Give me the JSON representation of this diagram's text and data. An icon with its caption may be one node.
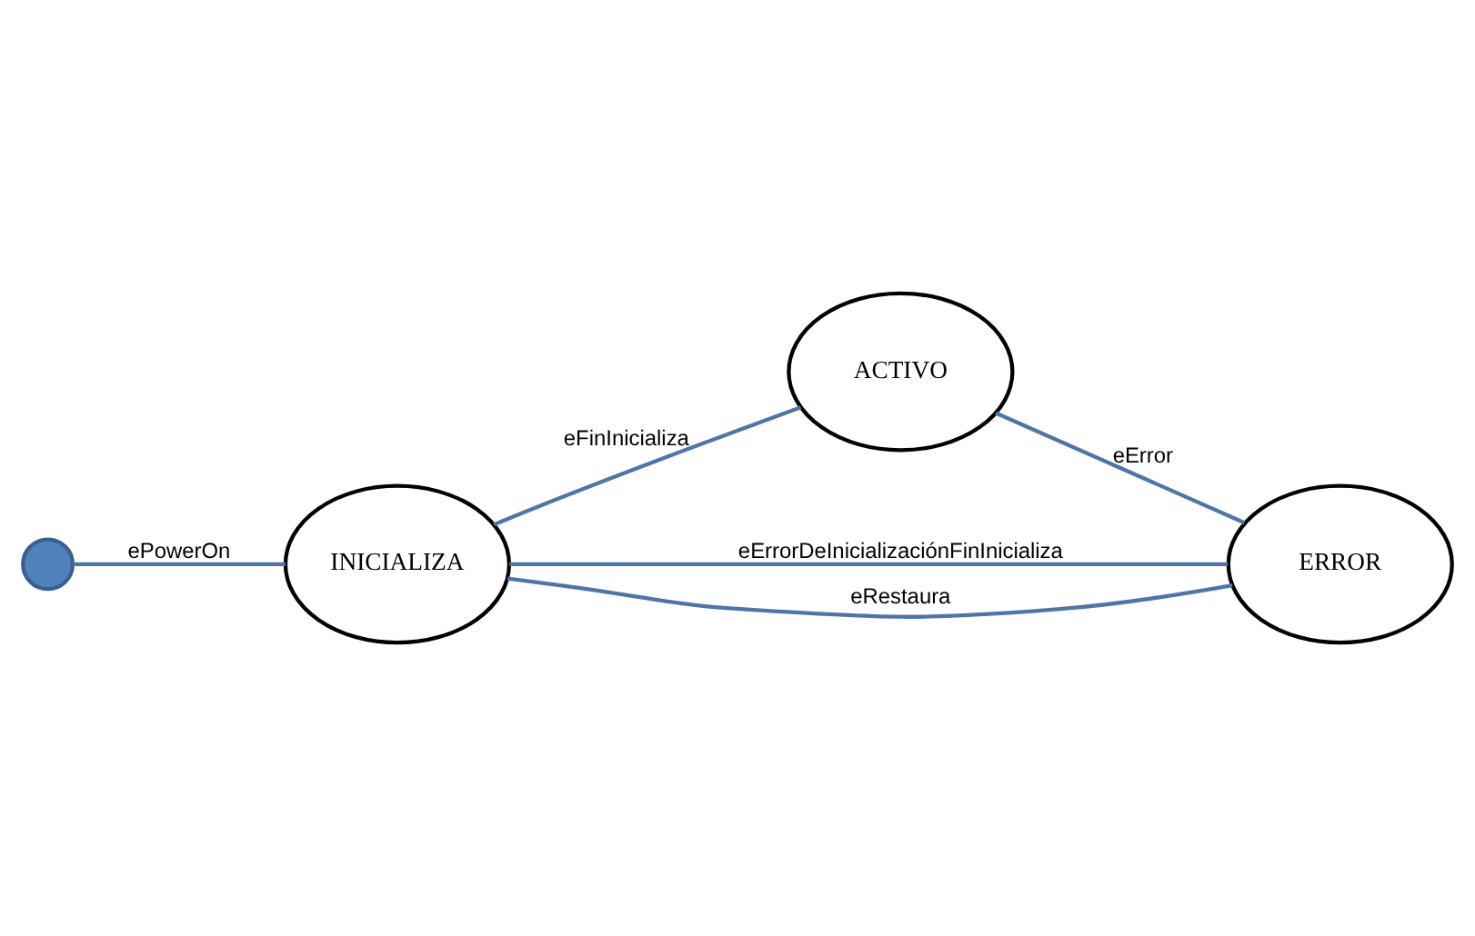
{
  "diagram": {
    "nodes": [
      {
        "text": [],
        "shape": "circle"
      },
      {
        "text": [
          "INICIALIZA"
        ]
      },
      {
        "text": [
          "ACTIVO"
        ]
      },
      {
        "text": [
          "ERROR"
        ]
      }
    ],
    "edges": [
      {
        "from": 0,
        "to": 1,
        "arrow": "none",
        "label": "ePowerOn"
      },
      {
        "from": 1,
        "to": 2,
        "arrow": "none",
        "label": "eFinInicializa"
      },
      {
        "from": 1,
        "to": 3,
        "arrow": "none",
        "label": "eErrorDeInicializaciónFinInicializa"
      },
      {
        "from": 3,
        "to": 1,
        "arrow": "none",
        "label": "eRestaura"
      },
      {
        "from": 2,
        "to": 3,
        "arrow": "none",
        "label": "eError"
      }
    ]
  }
}
